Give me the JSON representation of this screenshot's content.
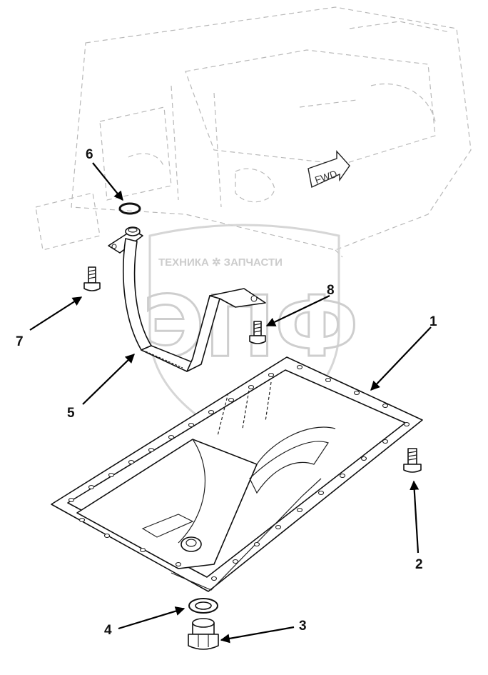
{
  "watermark": {
    "brand_line": "ТЕХНИКА ✲ ЗАПЧАСТИ",
    "logo_text": "ЭПФ"
  },
  "direction_marker": {
    "label": "FWD"
  },
  "callouts": [
    {
      "id": "1",
      "label": "1"
    },
    {
      "id": "2",
      "label": "2"
    },
    {
      "id": "3",
      "label": "3"
    },
    {
      "id": "4",
      "label": "4"
    },
    {
      "id": "5",
      "label": "5"
    },
    {
      "id": "6",
      "label": "6"
    },
    {
      "id": "7",
      "label": "7"
    },
    {
      "id": "8",
      "label": "8"
    }
  ],
  "colors": {
    "line": "#111111",
    "ghost": "#b9b9b9",
    "watermark": "#c7c7c7"
  }
}
